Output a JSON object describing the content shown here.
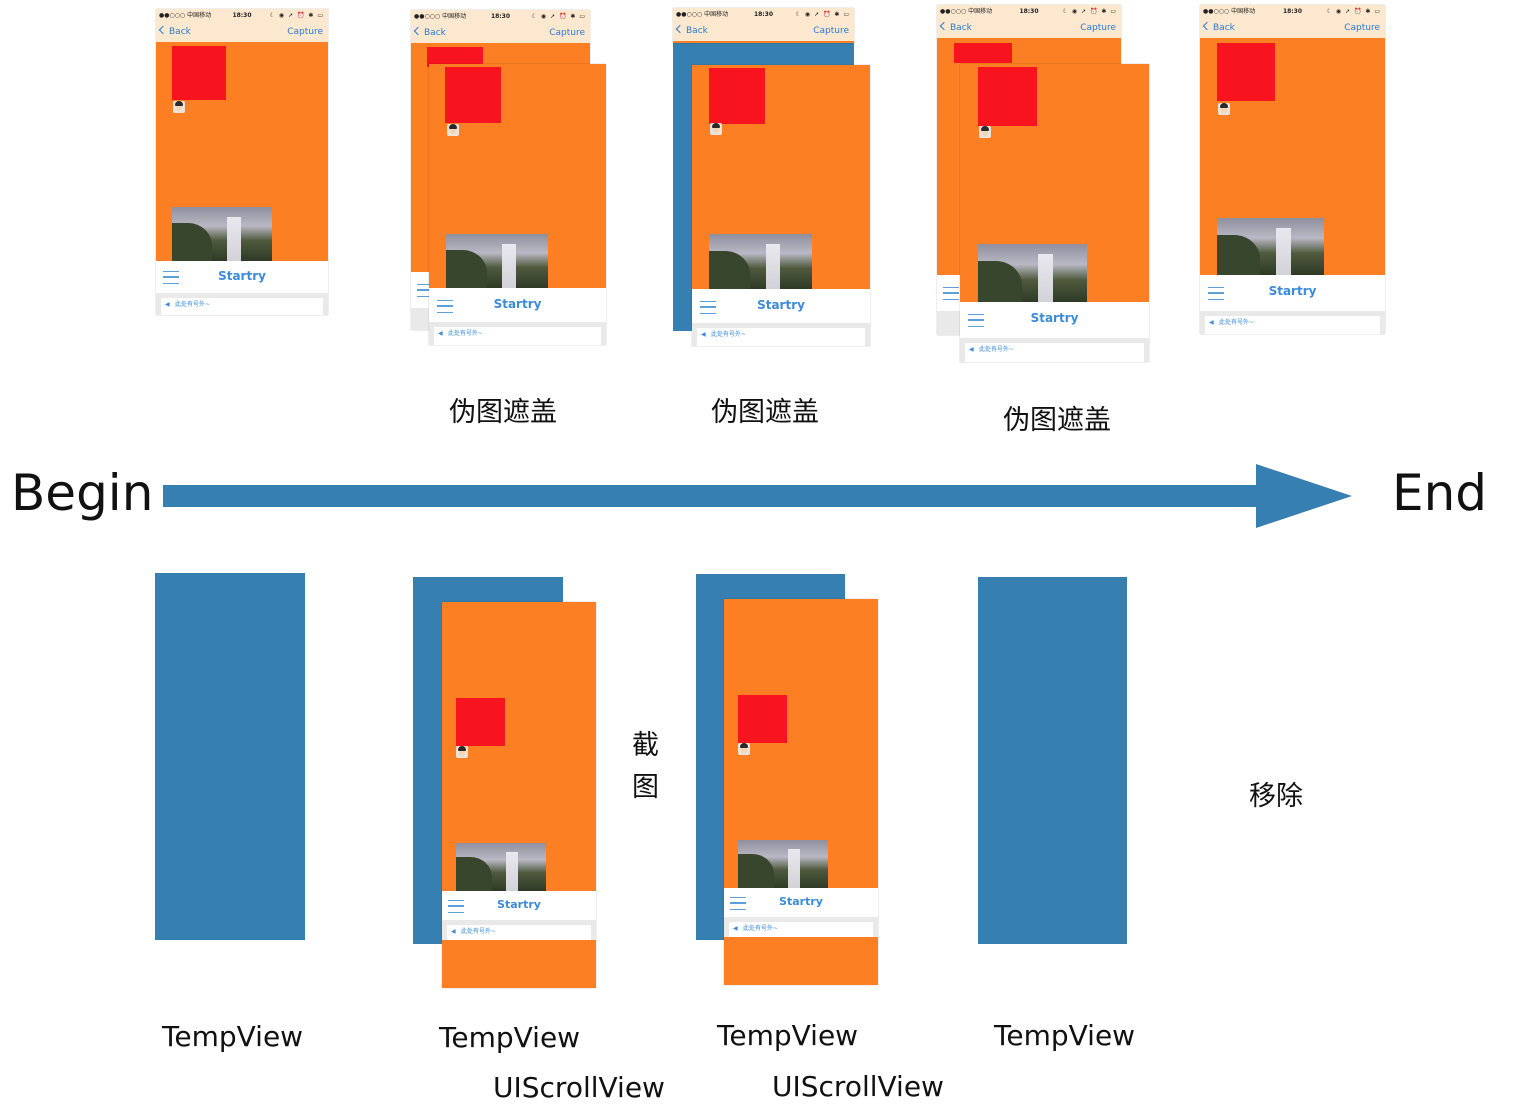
{
  "phone": {
    "carrier": "●●○○○ 中国移动 ",
    "time": "18:30",
    "status_icons": "☾ ◉ ➚ ⏰ ✱ ▭",
    "back_label": "Back",
    "capture_label": "Capture",
    "tab_title": "Startry",
    "notice_text": "此处有号外~"
  },
  "labels": {
    "fake_cover": "伪图遮盖",
    "begin": "Begin",
    "end": "End",
    "screenshot_line1": "截",
    "screenshot_line2": "图",
    "remove": "移除",
    "tempview": "TempView",
    "uiscrollview": "UIScrollView"
  },
  "colors": {
    "orange": "#fd7f23",
    "red": "#f8141e",
    "blue": "#3580b1",
    "nav_bg": "#fce8cf",
    "link_blue": "#2a7ad6"
  }
}
